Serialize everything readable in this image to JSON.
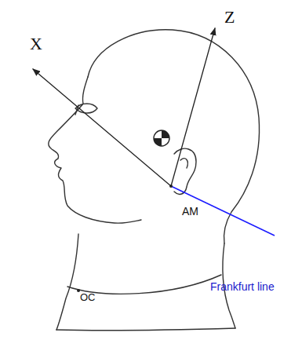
{
  "diagram": {
    "labels": [
      "X",
      "Z",
      "AM",
      "Frankfurt line",
      "OC"
    ]
  }
}
